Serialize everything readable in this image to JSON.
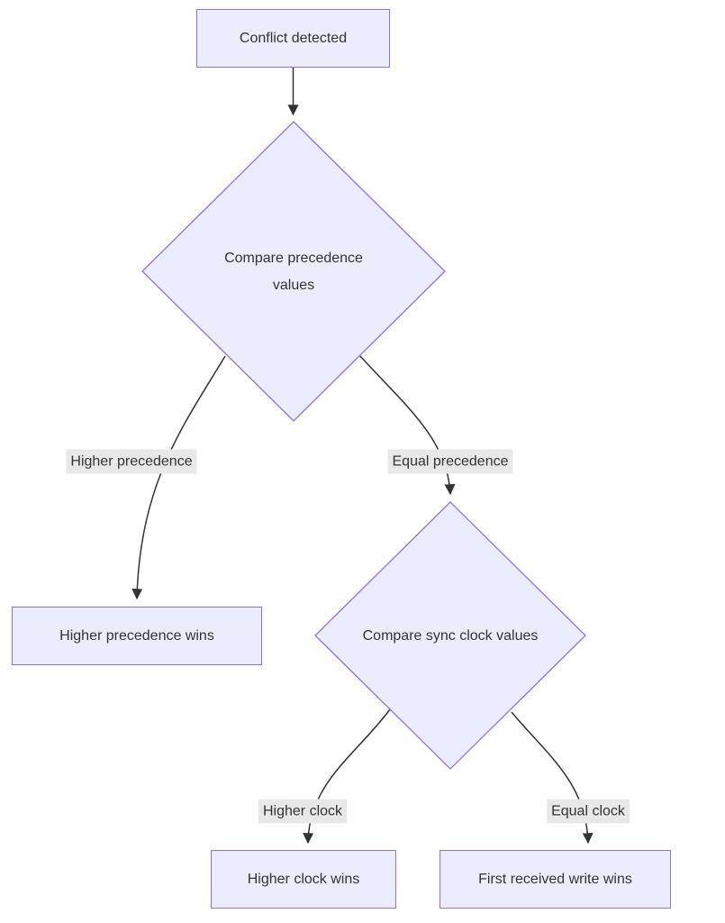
{
  "diagram": {
    "type": "flowchart",
    "direction": "top-down",
    "colors": {
      "background": "#ffffff",
      "node_fill": "#ECECFF",
      "node_border": "#9370DB",
      "edge_line": "#333333",
      "text": "#333333",
      "edge_label_bg": "#e8e8e8"
    },
    "nodes": {
      "conflict_detected": {
        "shape": "rect",
        "label": "Conflict detected"
      },
      "compare_precedence": {
        "shape": "diamond",
        "label": "Compare precedence values",
        "label_lines": [
          "Compare precedence",
          "values"
        ]
      },
      "higher_precedence_wins": {
        "shape": "rect",
        "label": "Higher precedence wins"
      },
      "compare_sync_clock": {
        "shape": "diamond",
        "label": "Compare sync clock values"
      },
      "higher_clock_wins": {
        "shape": "rect",
        "label": "Higher clock wins"
      },
      "first_received_write_wins": {
        "shape": "rect",
        "label": "First received write wins"
      }
    },
    "edges": [
      {
        "from": "conflict_detected",
        "to": "compare_precedence",
        "label": ""
      },
      {
        "from": "compare_precedence",
        "to": "higher_precedence_wins",
        "label": "Higher precedence"
      },
      {
        "from": "compare_precedence",
        "to": "compare_sync_clock",
        "label": "Equal precedence"
      },
      {
        "from": "compare_sync_clock",
        "to": "higher_clock_wins",
        "label": "Higher clock"
      },
      {
        "from": "compare_sync_clock",
        "to": "first_received_write_wins",
        "label": "Equal clock"
      }
    ]
  }
}
